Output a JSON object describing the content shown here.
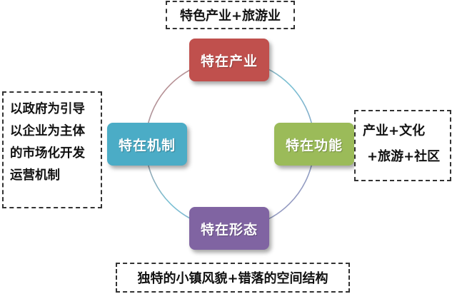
{
  "nodes": {
    "top": {
      "label": "特在产业",
      "color": "#c0504d"
    },
    "left": {
      "label": "特在机制",
      "color": "#4bacc6"
    },
    "right": {
      "label": "特在功能",
      "color": "#9bbb59"
    },
    "bottom": {
      "label": "特在形态",
      "color": "#8064a2"
    }
  },
  "notes": {
    "top": "特色产业+旅游业",
    "left": [
      "以政府为引导",
      "以企业为主体",
      "的市场化开发",
      "运营机制"
    ],
    "right": [
      "产业+文化",
      "+旅游+社区"
    ],
    "bottom": "独特的小镇风貌+错落的空间结构"
  }
}
